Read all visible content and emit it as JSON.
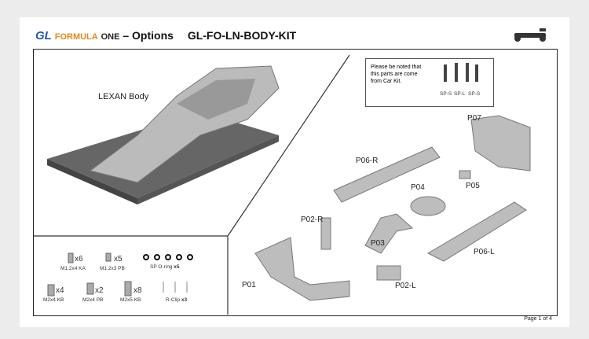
{
  "header": {
    "logo_gl": "GL",
    "logo_formula": "FORMULA",
    "logo_one": "ONE",
    "title_suffix": "– Options",
    "product_code": "GL-FO-LN-BODY-KIT"
  },
  "body_label": "LEXAN Body",
  "note": {
    "text": "Please be noted that this parts are come from Car Kit.",
    "parts": [
      "SP-S",
      "SP-L",
      "SP-S"
    ]
  },
  "parts": [
    "P07",
    "P06-R",
    "P05",
    "P04",
    "P02-R",
    "P03",
    "P06-L",
    "P01",
    "P02-L"
  ],
  "hardware": [
    {
      "name": "M1.2x4 KA",
      "qty": "x6"
    },
    {
      "name": "M1.2x3 PB",
      "qty": "x5"
    },
    {
      "name": "SP O-ring",
      "qty": "x5"
    },
    {
      "name": "M2x4 KB",
      "qty": "x4"
    },
    {
      "name": "M2x4 PB",
      "qty": "x2"
    },
    {
      "name": "M2x5 KB",
      "qty": "x8"
    },
    {
      "name": "R-Clip",
      "qty": "x3"
    }
  ],
  "footer": {
    "page": "Page 1 of 4"
  }
}
